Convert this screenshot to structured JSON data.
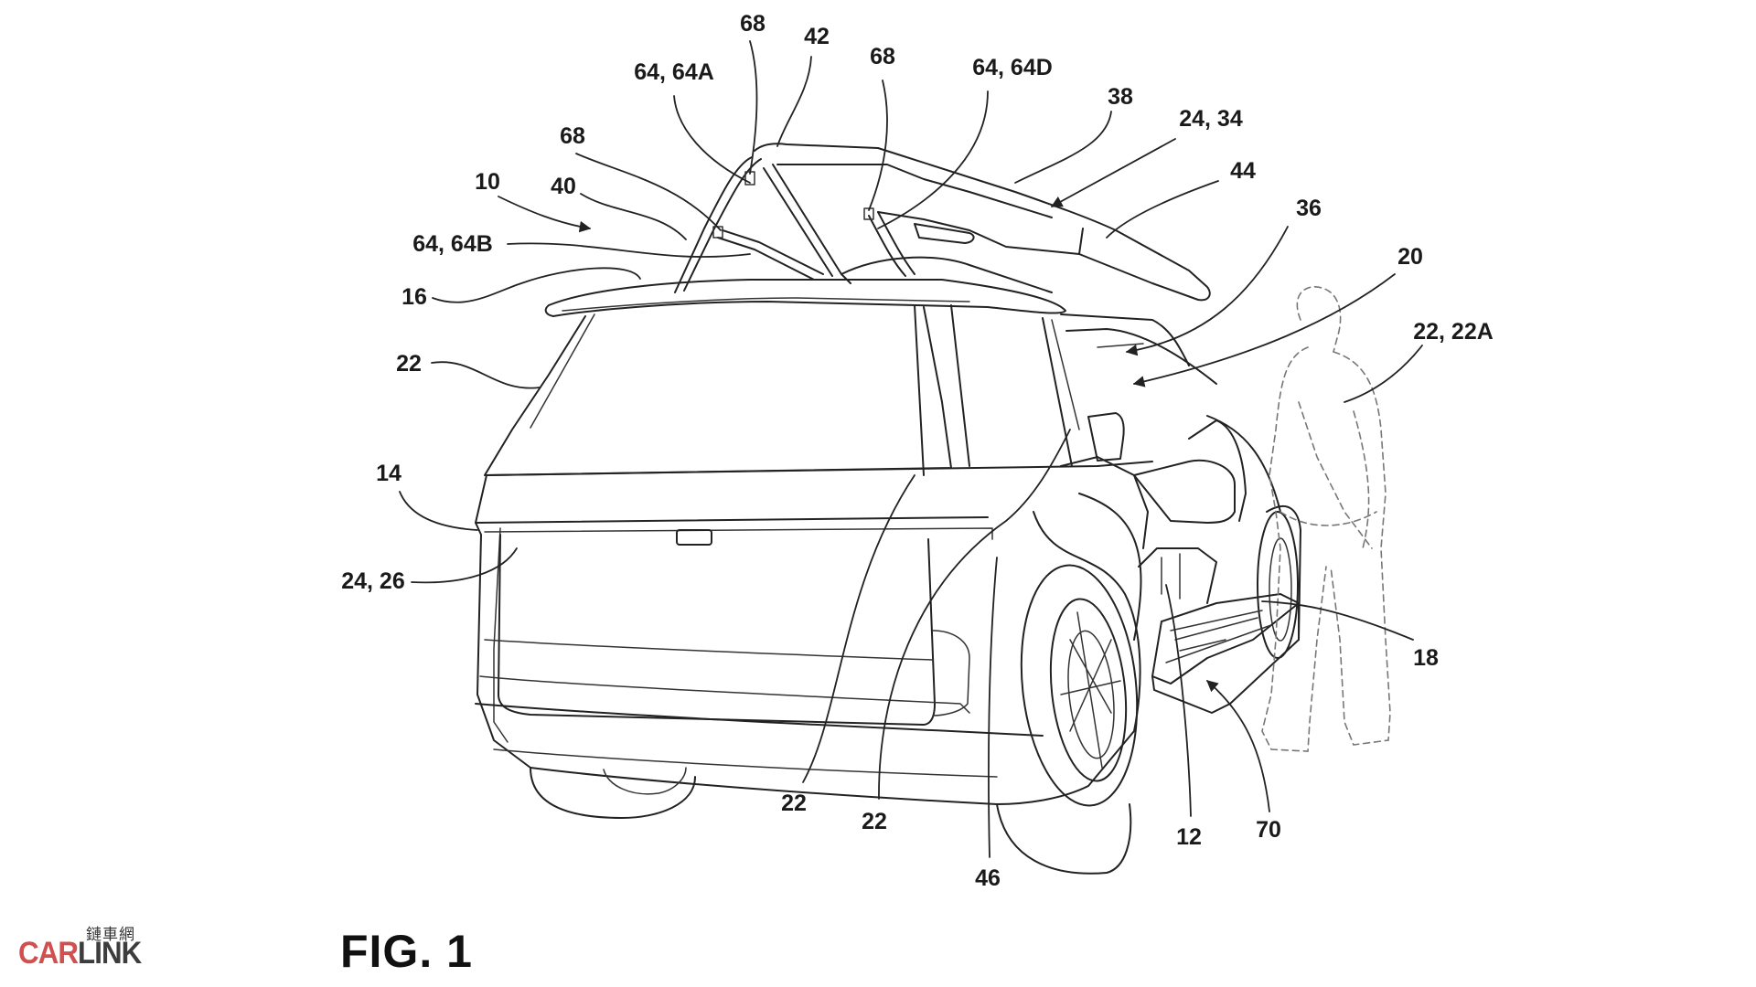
{
  "figure": {
    "title": "FIG. 1",
    "subject": "Vehicle with lift-up roof/gate panel and deployable step, rear three-quarter patent view",
    "reference_labels": [
      {
        "id": "lbl-68-a",
        "text": "68"
      },
      {
        "id": "lbl-42",
        "text": "42"
      },
      {
        "id": "lbl-64-64a",
        "text": "64, 64A"
      },
      {
        "id": "lbl-68-b",
        "text": "68"
      },
      {
        "id": "lbl-64-64d",
        "text": "64, 64D"
      },
      {
        "id": "lbl-38",
        "text": "38"
      },
      {
        "id": "lbl-24-34",
        "text": "24, 34"
      },
      {
        "id": "lbl-44",
        "text": "44"
      },
      {
        "id": "lbl-68-c",
        "text": "68"
      },
      {
        "id": "lbl-36",
        "text": "36"
      },
      {
        "id": "lbl-10",
        "text": "10"
      },
      {
        "id": "lbl-40",
        "text": "40"
      },
      {
        "id": "lbl-20",
        "text": "20"
      },
      {
        "id": "lbl-64-64b",
        "text": "64, 64B"
      },
      {
        "id": "lbl-16",
        "text": "16"
      },
      {
        "id": "lbl-22-22a",
        "text": "22, 22A"
      },
      {
        "id": "lbl-22-a",
        "text": "22"
      },
      {
        "id": "lbl-14",
        "text": "14"
      },
      {
        "id": "lbl-24-26",
        "text": "24, 26"
      },
      {
        "id": "lbl-18",
        "text": "18"
      },
      {
        "id": "lbl-22-b",
        "text": "22"
      },
      {
        "id": "lbl-22-c",
        "text": "22"
      },
      {
        "id": "lbl-12",
        "text": "12"
      },
      {
        "id": "lbl-70",
        "text": "70"
      },
      {
        "id": "lbl-46",
        "text": "46"
      }
    ]
  },
  "watermark": {
    "chinese": "鏈車網",
    "brand_part1": "CAR",
    "brand_part2": "LINK",
    "colors": {
      "part1": "#d24f4f",
      "part2": "#3d3d3d"
    }
  }
}
